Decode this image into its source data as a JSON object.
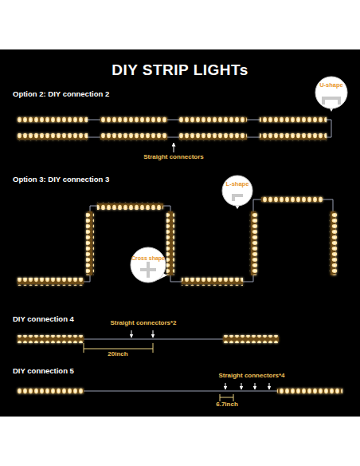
{
  "diagram": {
    "title": "DIY STRIP LIGHTs",
    "labels": [
      "Option 2: DIY connection 2",
      "U-shape",
      "Straight connectors",
      "Option 3: DIY connection 3",
      "L-shape",
      "Cross shape",
      "DIY connection 4",
      "Straight connectors*2",
      "20inch",
      "DIY connection 5",
      "Straight connectors*4",
      "6.7inch"
    ]
  }
}
